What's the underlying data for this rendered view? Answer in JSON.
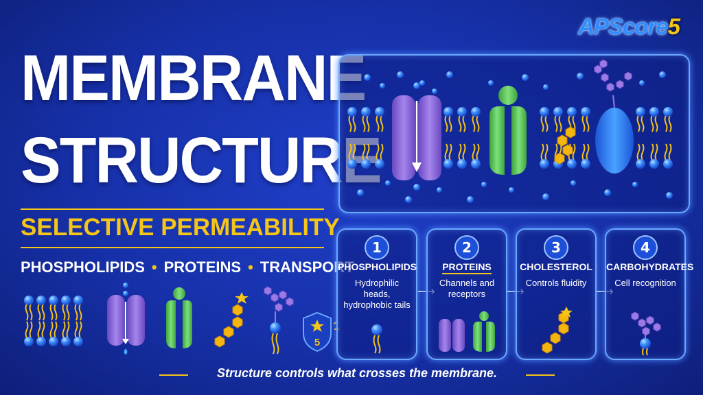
{
  "brand": {
    "logo_text": "APScore",
    "logo_number": "5"
  },
  "title": {
    "line1": "MEMBRANE",
    "line2": "STRUCTURE"
  },
  "subtitle": "SELECTIVE PERMEABILITY",
  "keywords": [
    "PHOSPHOLIPIDS",
    "PROTEINS",
    "TRANSPORT"
  ],
  "badge_number": "5",
  "cards": [
    {
      "number": "1",
      "title": "PHOSPHOLIPIDS",
      "description": "Hydrophilic heads, hydrophobic tails"
    },
    {
      "number": "2",
      "title": "PROTEINS",
      "description": "Channels and receptors"
    },
    {
      "number": "3",
      "title": "CHOLESTEROL",
      "description": "Controls fluidity"
    },
    {
      "number": "4",
      "title": "CARBOHYDRATES",
      "description": "Cell recognition"
    }
  ],
  "footer": "Structure controls what crosses the membrane.",
  "colors": {
    "background": "#1630a8",
    "accent_yellow": "#f5c518",
    "head_blue": "#2f8cff",
    "channel_purple": "#8a63d6",
    "protein_green": "#5cc85a",
    "glow": "#6aa8ff"
  },
  "icons": [
    "phospholipid-icon",
    "channel-protein-icon",
    "receptor-protein-icon",
    "cholesterol-icon",
    "glycoprotein-icon",
    "shield-badge-icon",
    "arrow-right-icon"
  ]
}
